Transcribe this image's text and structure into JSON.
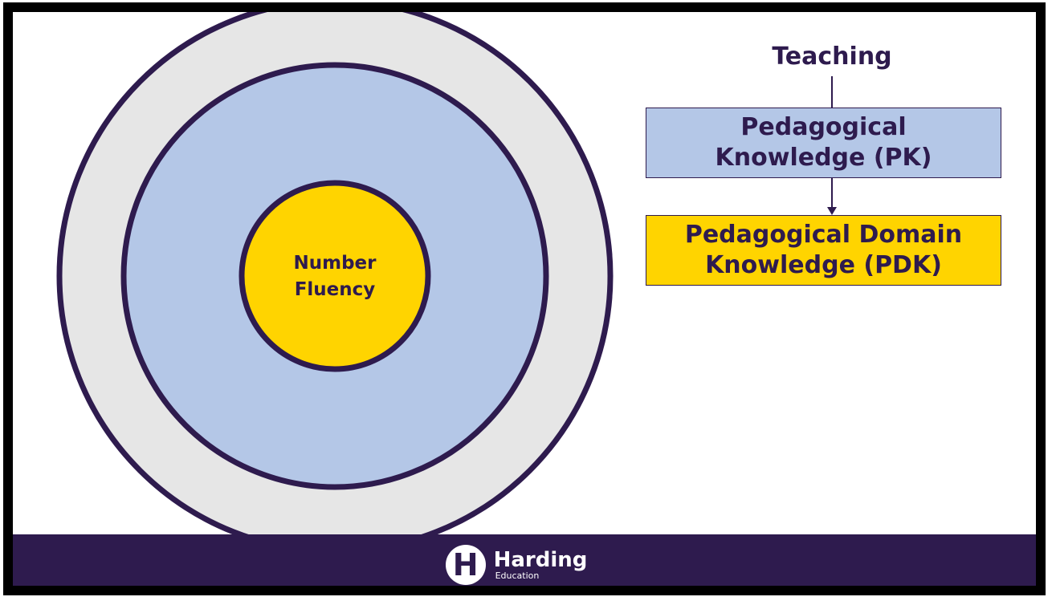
{
  "circles": {
    "inner_label_lines": [
      "Number",
      "Fluency"
    ]
  },
  "flow": {
    "title": "Teaching",
    "box_1_lines": [
      "Pedagogical",
      "Knowledge (PK)"
    ],
    "box_2_lines": [
      "Pedagogical Domain",
      "Knowledge (PDK)"
    ]
  },
  "footer": {
    "logo_mark": "H",
    "logo_name": "Harding",
    "logo_subtitle": "Education"
  },
  "colors": {
    "dark_purple": "#2e1b4e",
    "outer_ring": "#e6e6e6",
    "middle_ring": "#b4c7e7",
    "inner_circle": "#ffd400",
    "pk_box": "#b4c7e7",
    "pdk_box": "#ffd400"
  }
}
